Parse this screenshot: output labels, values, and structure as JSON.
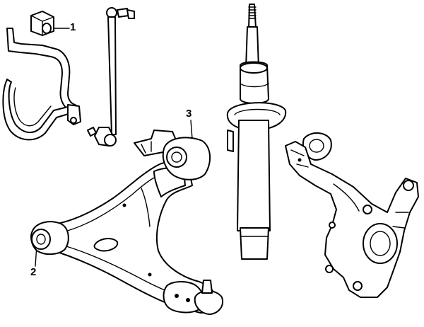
{
  "callouts": [
    {
      "number": "1",
      "part": "stabilizer-bar-bushing"
    },
    {
      "number": "2",
      "part": "lower-control-arm-bushing"
    },
    {
      "number": "3",
      "part": "lower-control-arm-rear-bushing"
    }
  ],
  "parts": [
    "stabilizer-bar",
    "stabilizer-link",
    "strut-shock-absorber",
    "lower-control-arm",
    "steering-knuckle"
  ]
}
